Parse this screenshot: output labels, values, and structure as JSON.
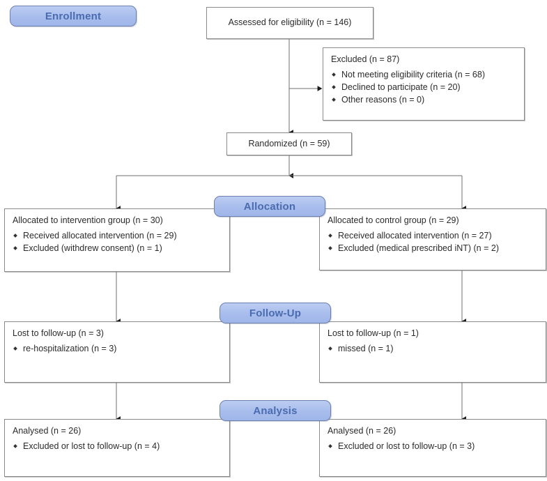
{
  "diagram": {
    "type": "consort-flow-diagram",
    "title": "CONSORT participant flow diagram",
    "colors": {
      "badge_fill": "#a8bdec",
      "badge_border": "#6d7fae",
      "badge_text": "#4a6bb0",
      "box_border": "#8a8a8a",
      "box_fill": "#ffffff",
      "box_text": "#2b2b2b",
      "connector": "#6f6f6f",
      "page_background": "#ffffff"
    }
  },
  "stages": {
    "enrollment": "Enrollment",
    "allocation": "Allocation",
    "followup": "Follow-Up",
    "analysis": "Analysis"
  },
  "nodes": {
    "assessed": {
      "title": "Assessed for eligibility (n = 146)",
      "n": 146
    },
    "excluded": {
      "title": "Excluded (n = 87)",
      "n": 87,
      "items": [
        "Not meeting eligibility criteria (n = 68)",
        "Declined to participate (n = 20)",
        "Other reasons (n = 0)"
      ]
    },
    "randomized": {
      "title": "Randomized (n = 59)",
      "n": 59
    },
    "alloc_left": {
      "title": "Allocated to intervention group (n = 30)",
      "n": 30,
      "items": [
        "Received allocated intervention (n = 29)",
        "Excluded (withdrew consent) (n = 1)"
      ]
    },
    "alloc_right": {
      "title": "Allocated to control group (n = 29)",
      "n": 29,
      "items": [
        "Received allocated intervention (n = 27)",
        "Excluded (medical prescribed iNT) (n = 2)"
      ]
    },
    "follow_left": {
      "title": "Lost to follow-up (n = 3)",
      "n": 3,
      "items": [
        "re-hospitalization (n = 3)"
      ]
    },
    "follow_right": {
      "title": "Lost to follow-up (n = 1)",
      "n": 1,
      "items": [
        "missed (n = 1)"
      ]
    },
    "analysis_left": {
      "title": "Analysed (n = 26)",
      "n": 26,
      "items": [
        "Excluded or lost to follow-up (n = 4)"
      ]
    },
    "analysis_right": {
      "title": "Analysed (n = 26)",
      "n": 26,
      "items": [
        "Excluded or lost to follow-up (n = 3)"
      ]
    }
  }
}
